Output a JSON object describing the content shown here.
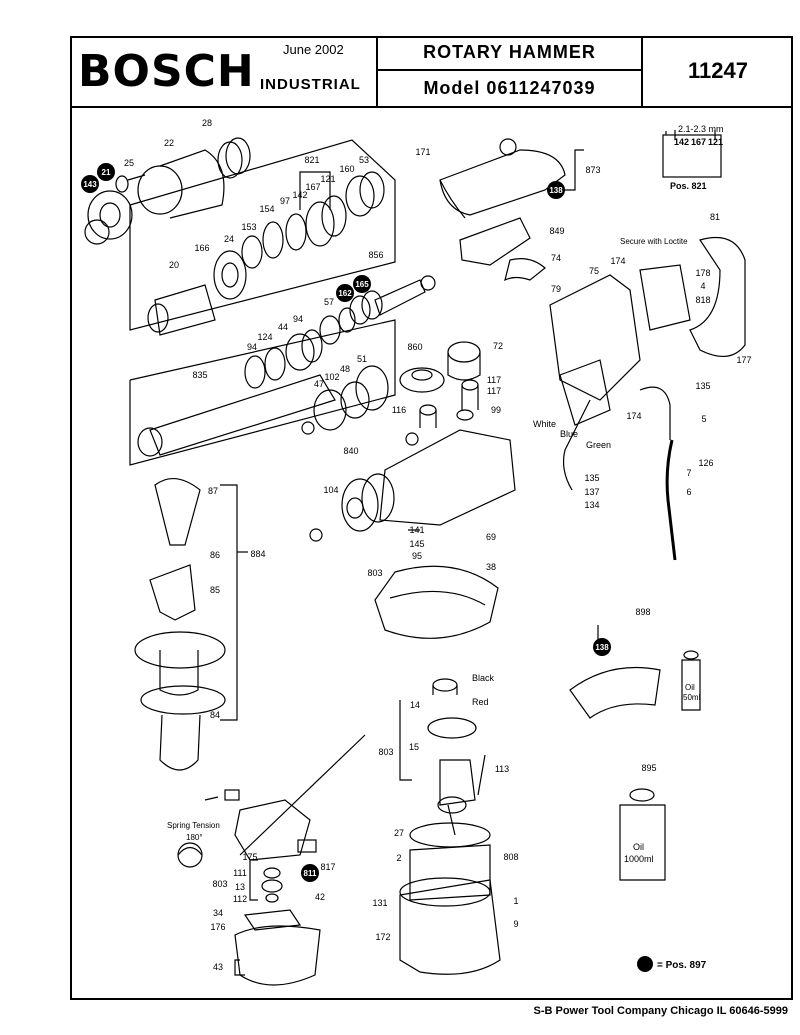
{
  "header": {
    "brand": "BOSCH",
    "date": "June 2002",
    "division": "INDUSTRIAL",
    "product": "ROTARY HAMMER",
    "model": "Model  0611247039",
    "number": "11247"
  },
  "footer": "S-B Power Tool Company  Chicago IL 60646-5999",
  "legend": "= Pos. 897",
  "pos821": {
    "dim": "2.1-2.3 mm",
    "labels": [
      "142",
      "167",
      "121"
    ],
    "caption": "Pos. 821"
  },
  "notes": {
    "loctite": "Secure with Loctite",
    "spring": "Spring Tension",
    "angle": "180°",
    "oil50": [
      "Oil",
      "50ml"
    ],
    "oil1000": [
      "Oil",
      "1000ml"
    ]
  },
  "wires": {
    "white": "White",
    "blue": "Blue",
    "green": "Green",
    "black": "Black",
    "red": "Red"
  },
  "markers": [
    "143",
    "21",
    "162",
    "165",
    "138",
    "138",
    "811"
  ],
  "callouts": [
    "28",
    "22",
    "25",
    "821",
    "53",
    "142",
    "167",
    "121",
    "160",
    "154",
    "97",
    "153",
    "24",
    "166",
    "20",
    "856",
    "57",
    "94",
    "124",
    "44",
    "94",
    "835",
    "860",
    "72",
    "51",
    "48",
    "102",
    "47",
    "117",
    "117",
    "116",
    "99",
    "171",
    "873",
    "849",
    "74",
    "79",
    "81",
    "174",
    "178",
    "4",
    "818",
    "75",
    "177",
    "135",
    "5",
    "174",
    "126",
    "7",
    "6",
    "840",
    "104",
    "141",
    "145",
    "95",
    "803",
    "69",
    "135",
    "137",
    "134",
    "38",
    "87",
    "86",
    "884",
    "85",
    "84",
    "898",
    "895",
    "14",
    "803",
    "15",
    "113",
    "27",
    "2",
    "808",
    "131",
    "1",
    "172",
    "9",
    "175",
    "111",
    "803",
    "13",
    "112",
    "42",
    "817",
    "34",
    "176",
    "43"
  ]
}
